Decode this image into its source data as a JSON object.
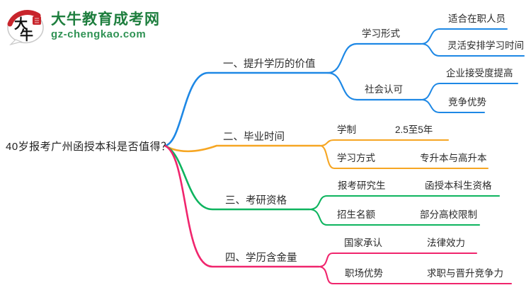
{
  "logo": {
    "brand": "大牛教育成考网",
    "domain": "gz-chengkao.com",
    "icon_char_top": "大",
    "icon_char_bottom": "牛",
    "brand_color": "#1e7e3e",
    "seal_color": "#c8252c"
  },
  "mindmap": {
    "root": "40岁报考广州函授本科是否值得？",
    "branch_colors": [
      "#1E88E5",
      "#F6A623",
      "#0EB45F",
      "#F0256D"
    ],
    "branches": [
      {
        "label": "一、提升学历的价值",
        "color": "#1E88E5",
        "children": [
          {
            "label": "学习形式",
            "leaves": [
              "适合在职人员",
              "灵活安排学习时间"
            ]
          },
          {
            "label": "社会认可",
            "leaves": [
              "企业接受度提高",
              "竞争优势"
            ]
          }
        ]
      },
      {
        "label": "二、毕业时间",
        "color": "#F6A623",
        "children": [
          {
            "label": "学制",
            "leaves": [
              "2.5至5年"
            ]
          },
          {
            "label": "学习方式",
            "leaves": [
              "专升本与高升本"
            ]
          }
        ]
      },
      {
        "label": "三、考研资格",
        "color": "#0EB45F",
        "children": [
          {
            "label": "报考研究生",
            "leaves": [
              "函授本科生资格"
            ]
          },
          {
            "label": "招生名额",
            "leaves": [
              "部分高校限制"
            ]
          }
        ]
      },
      {
        "label": "四、学历含金量",
        "color": "#F0256D",
        "children": [
          {
            "label": "国家承认",
            "leaves": [
              "法律效力"
            ]
          },
          {
            "label": "职场优势",
            "leaves": [
              "求职与晋升竞争力"
            ]
          }
        ]
      }
    ]
  }
}
